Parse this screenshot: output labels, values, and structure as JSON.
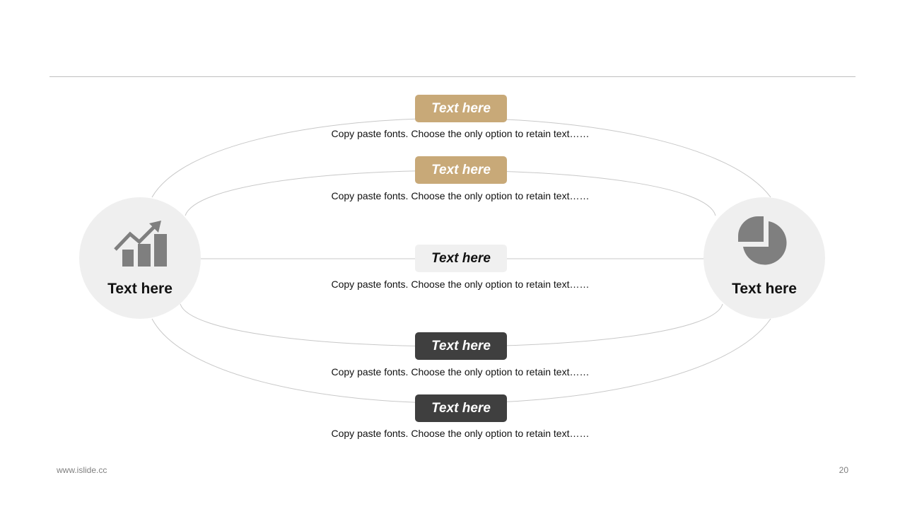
{
  "colors": {
    "gold": "#c8a978",
    "dark": "#3f3f3f",
    "light": "#f0f0f0",
    "circle": "#efefef",
    "icon": "#7f7f7f",
    "line": "#c8c8c8"
  },
  "left_node": {
    "label": "Text here",
    "icon": "growth-chart-icon"
  },
  "right_node": {
    "label": "Text here",
    "icon": "pie-chart-icon"
  },
  "branches": [
    {
      "title": "Text here",
      "desc": "Copy paste fonts. Choose the only option to retain text……",
      "style": "gold"
    },
    {
      "title": "Text here",
      "desc": "Copy paste fonts. Choose the only option to retain text……",
      "style": "gold"
    },
    {
      "title": "Text here",
      "desc": "Copy paste fonts. Choose the only option to retain text……",
      "style": "light"
    },
    {
      "title": "Text here",
      "desc": "Copy paste fonts. Choose the only option to retain text……",
      "style": "dark"
    },
    {
      "title": "Text here",
      "desc": "Copy paste fonts. Choose the only option to retain text……",
      "style": "dark"
    }
  ],
  "footer": {
    "website": "www.islide.cc",
    "page_number": "20"
  }
}
